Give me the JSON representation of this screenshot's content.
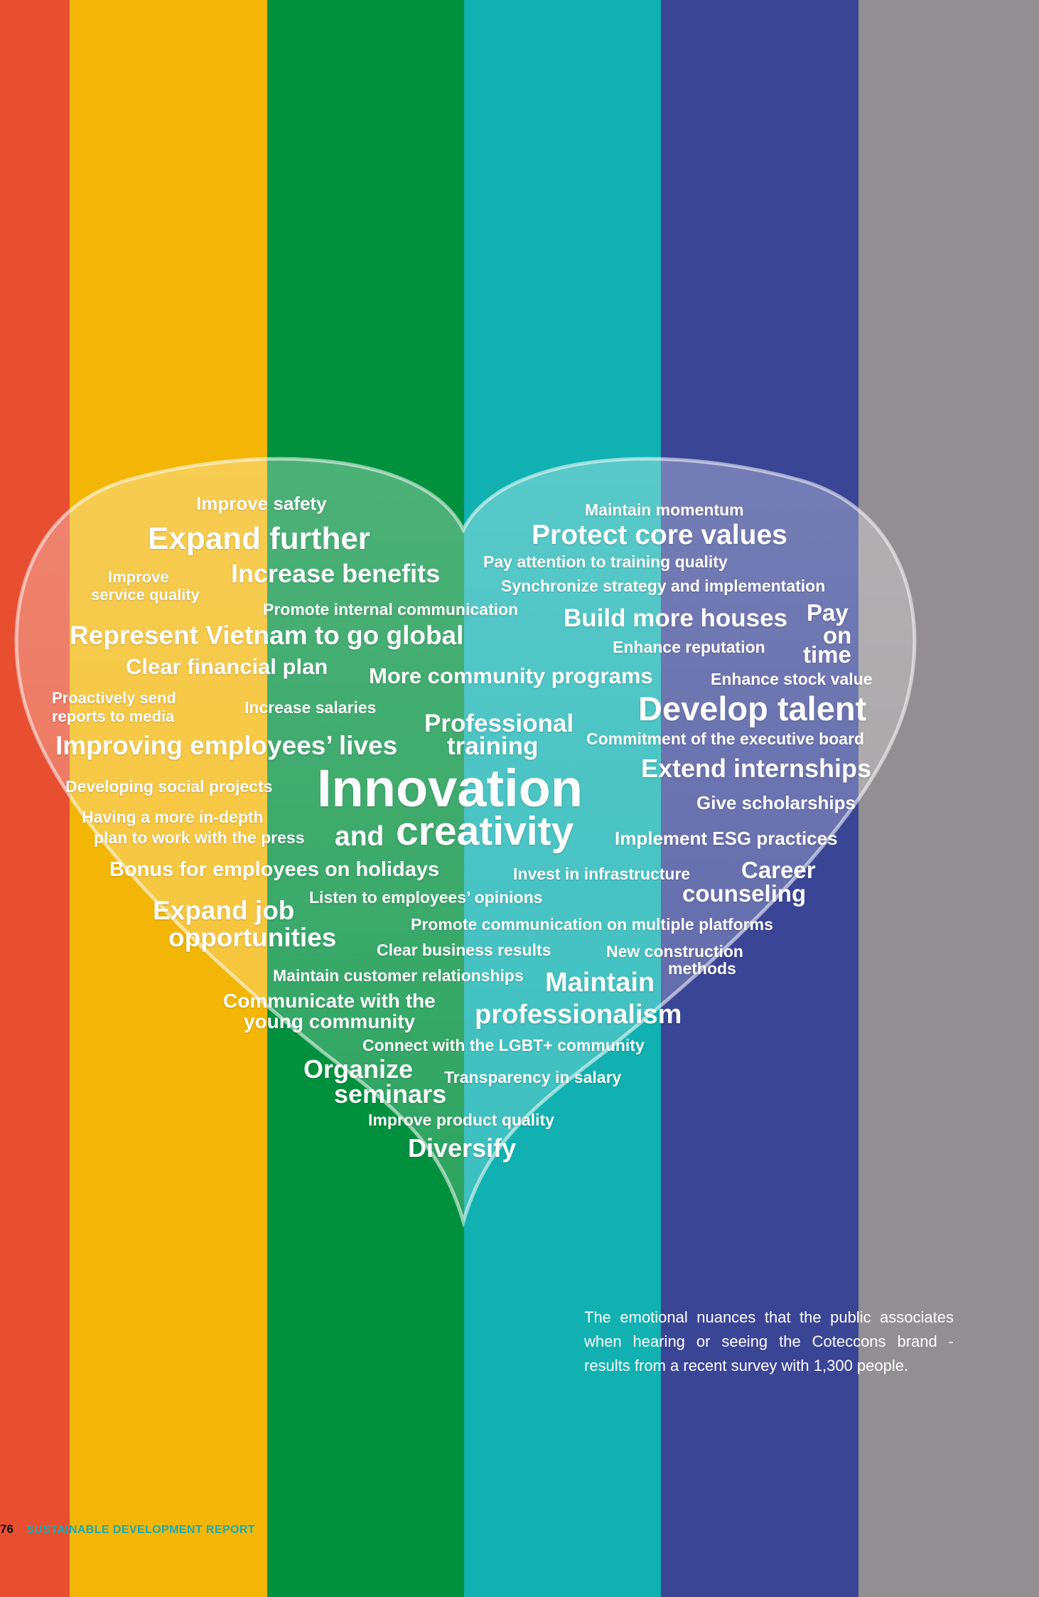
{
  "colors": {
    "stripes": [
      "#e84f31",
      "#f3b607",
      "#00903e",
      "#11b1b1",
      "#3a4596",
      "#928e91"
    ],
    "footer_accent": "#1aa9b4"
  },
  "heart_words": {
    "improve_safety": "Improve safety",
    "expand_further": "Expand further",
    "improve_service_quality_1": "Improve",
    "improve_service_quality_2": "service quality",
    "increase_benefits": "Increase benefits",
    "promote_internal_communication": "Promote internal communication",
    "represent_vietnam": "Represent Vietnam to go global",
    "clear_financial_plan": "Clear financial plan",
    "proactively_send_1": "Proactively send",
    "proactively_send_2": "reports to media",
    "increase_salaries": "Increase salaries",
    "improving_employees_lives": "Improving employees’ lives",
    "developing_social_projects": "Developing social projects",
    "having_plan_1": "Having a more in-depth",
    "having_plan_2": "plan to work with the press",
    "bonus_holidays": "Bonus for employees on holidays",
    "expand_job_1": "Expand job",
    "expand_job_2": "opportunities",
    "listen_opinions": "Listen to employees’ opinions",
    "maintain_momentum": "Maintain momentum",
    "protect_core_values": "Protect core values",
    "pay_attention_training": "Pay attention to training quality",
    "synchronize_strategy": "Synchronize strategy and implementation",
    "build_more_houses": "Build more houses",
    "pay_on_time_1": "Pay",
    "pay_on_time_2": "on",
    "pay_on_time_3": "time",
    "enhance_reputation": "Enhance reputation",
    "more_community_programs": "More community programs",
    "enhance_stock_value": "Enhance stock value",
    "develop_talent": "Develop talent",
    "professional_training_1": "Professional",
    "professional_training_2": "training",
    "commitment_board": "Commitment of the executive board",
    "extend_internships": "Extend internships",
    "innovation": "Innovation",
    "and": "and",
    "creativity": "creativity",
    "give_scholarships": "Give scholarships",
    "implement_esg": "Implement ESG practices",
    "invest_infrastructure": "Invest in infrastructure",
    "career_counseling_1": "Career",
    "career_counseling_2": "counseling",
    "promote_multi_platforms": "Promote communication on multiple platforms",
    "clear_business_results": "Clear business results",
    "new_construction_1": "New construction",
    "new_construction_2": "methods",
    "maintain_customer": "Maintain customer relationships",
    "maintain_professionalism_1": "Maintain",
    "maintain_professionalism_2": "professionalism",
    "communicate_young_1": "Communicate with the",
    "communicate_young_2": "young community",
    "connect_lgbt": "Connect with the LGBT+ community",
    "organize_seminars_1": "Organize",
    "organize_seminars_2": "seminars",
    "transparency_salary": "Transparency in salary",
    "improve_product_quality": "Improve product quality",
    "diversify": "Diversify"
  },
  "caption": "The emotional nuances that the public associates when hearing or seeing the Coteccons brand - results from a recent survey with 1,300 people.",
  "footer": {
    "page_number": "76",
    "report_title": "SUSTAINABLE DEVELOPMENT REPORT"
  }
}
